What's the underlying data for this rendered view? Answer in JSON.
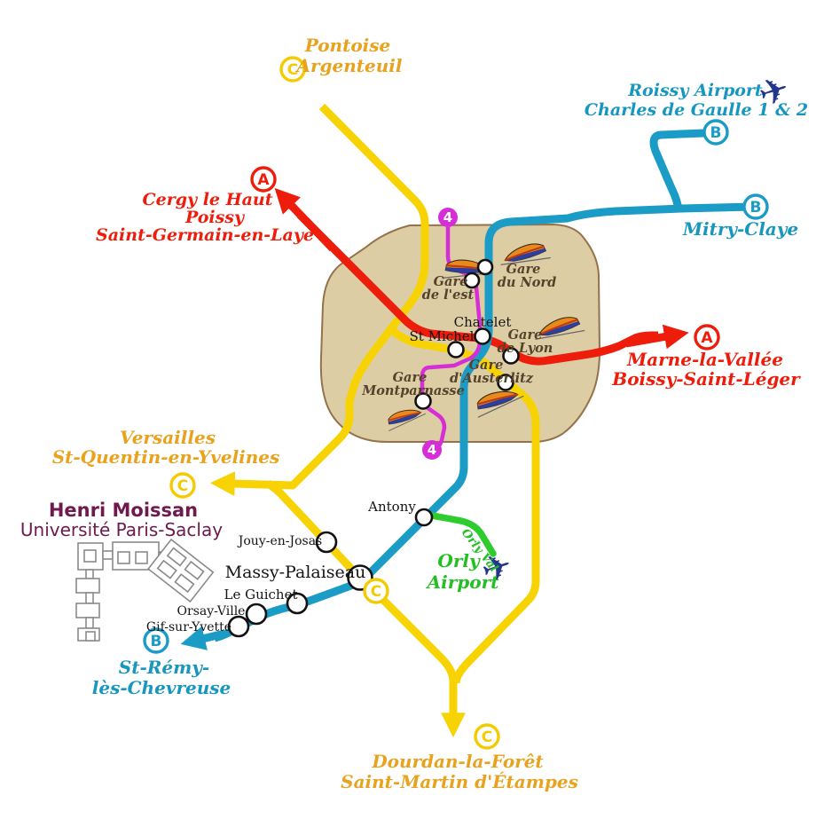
{
  "lines": {
    "rer_a": {
      "letter": "A",
      "color": "#ee1d0b"
    },
    "rer_b": {
      "letter": "B",
      "color": "#1b9cc6"
    },
    "rer_c": {
      "letter": "C",
      "color": "#f8d303"
    },
    "metro_4": {
      "number": "4",
      "color": "#d62ed6"
    },
    "orlyval": {
      "label": "Orly Val",
      "color": "#2ecc2e"
    }
  },
  "destinations": {
    "pontoise": [
      "Pontoise",
      "Argenteuil"
    ],
    "roissy": [
      "Roissy Airport",
      "Charles de Gaulle 1 & 2"
    ],
    "mitry": "Mitry-Claye",
    "cergy": [
      "Cergy le Haut",
      "Poissy",
      "Saint-Germain-en-Laye"
    ],
    "marne": [
      "Marne-la-Vallée",
      "Boissy-Saint-Léger"
    ],
    "versailles": [
      "Versailles",
      "St-Quentin-en-Yvelines"
    ],
    "st_remy": [
      "St-Rémy-",
      "lès-Chevreuse"
    ],
    "dourdan": [
      "Dourdan-la-Forêt",
      "Saint-Martin d'Étampes"
    ],
    "orly_airport": [
      "Orly",
      "Airport"
    ]
  },
  "stations": {
    "gare_du_nord": [
      "Gare",
      "du Nord"
    ],
    "gare_de_lest": [
      "Gare",
      "de l'est"
    ],
    "chatelet": "Chatelet",
    "st_michel": "St Michel",
    "gare_de_lyon": [
      "Gare",
      "de Lyon"
    ],
    "gare_austerlitz": [
      "Gare",
      "d'Austerlitz"
    ],
    "gare_montparnasse": [
      "Gare",
      "Montparnasse"
    ],
    "antony": "Antony",
    "jouy_en_josas": "Jouy-en-Josas",
    "massy_palaiseau": "Massy-Palaiseau",
    "le_guichet": "Le Guichet",
    "orsay_ville": "Orsay-Ville",
    "gif_sur_yvette": "Gif-sur-Yvette"
  },
  "campus": {
    "name": "Henri Moissan",
    "university": "Université Paris-Saclay"
  },
  "icons": {
    "airplane": "✈"
  },
  "colors": {
    "paris_fill": "#dccda4",
    "paris_stroke": "#96714b",
    "gold_text": "#e8a21d",
    "plane_navy": "#24368c",
    "campus_maroon": "#6e1a4e"
  }
}
